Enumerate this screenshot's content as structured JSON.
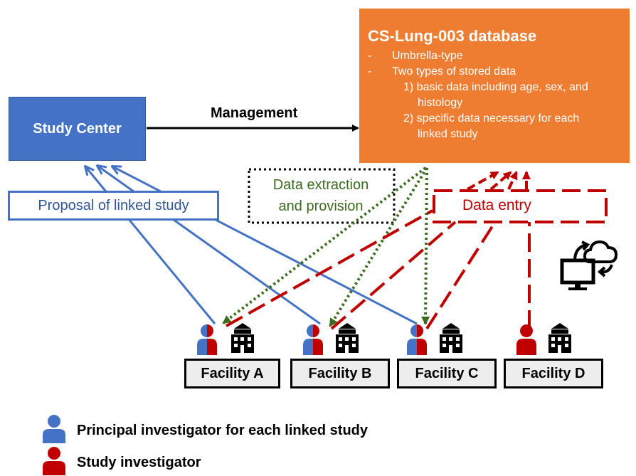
{
  "database": {
    "title": "CS-Lung-003 database",
    "bullet1": "Umbrella-type",
    "bullet2": "Two types of stored data",
    "item1_line1": "1) basic data including age, sex, and",
    "item1_line2": "histology",
    "item2_line1": "2) specific data necessary for each",
    "item2_line2": "linked study"
  },
  "study_center": "Study Center",
  "management": "Management",
  "proposal": "Proposal of linked study",
  "extraction_line1": "Data extraction",
  "extraction_line2": "and provision",
  "data_entry": "Data entry",
  "facilities": [
    "Facility A",
    "Facility B",
    "Facility C",
    "Facility D"
  ],
  "legend": {
    "principal": "Principal investigator for each linked study",
    "study": "Study investigator"
  },
  "colors": {
    "orange": "#ef7d31",
    "blue": "#4472c4",
    "red": "#c00000",
    "green": "#3b6b1f"
  },
  "icons": [
    "person-icon",
    "hospital-icon",
    "cloud-sync-icon",
    "monitor-icon"
  ]
}
